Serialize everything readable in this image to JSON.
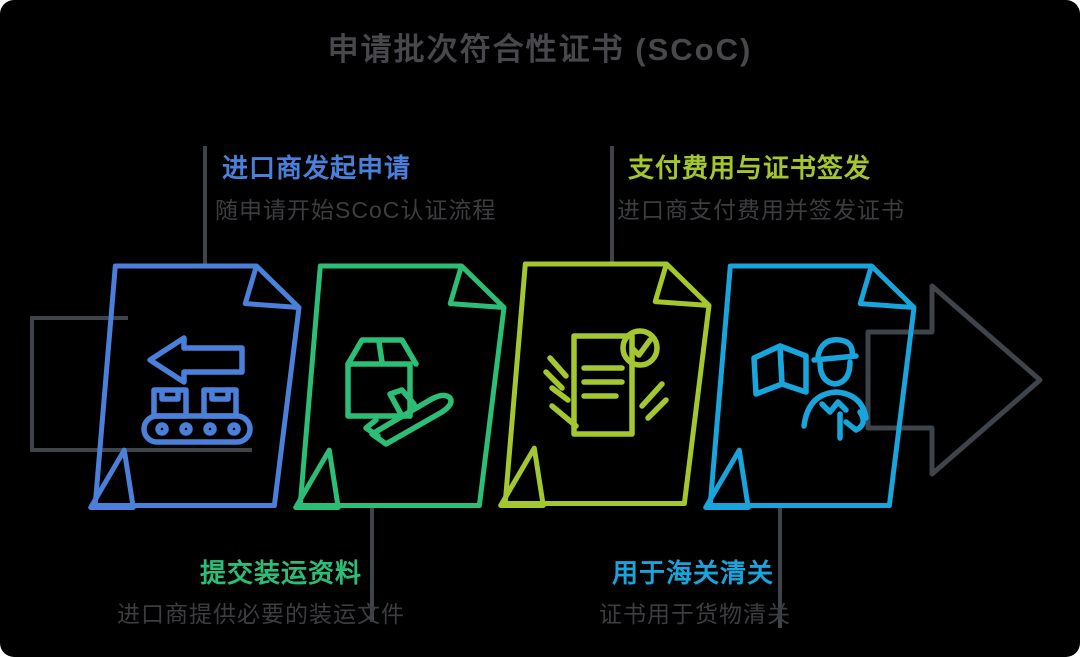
{
  "title": "申请批次符合性证书 (SCoC)",
  "colors": {
    "background": "#000000",
    "connector_gray": "#3e4449",
    "title_gray": "#47474c",
    "subtitle_gray": "#3d3d41"
  },
  "steps": [
    {
      "heading": "进口商发起申请",
      "subtitle": "随申请开始SCoC认证流程",
      "color": "#4a80d9",
      "icon": "import-conveyor-icon",
      "label_position": "top-left"
    },
    {
      "heading": "提交装运资料",
      "subtitle": "进口商提供必要的装运文件",
      "color": "#2cbe76",
      "icon": "package-airplane-icon",
      "label_position": "bottom-left"
    },
    {
      "heading": "支付费用与证书签发",
      "subtitle": "进口商支付费用并签发证书",
      "color": "#a4c62e",
      "icon": "certificate-check-icon",
      "label_position": "top-right"
    },
    {
      "heading": "用于海关清关",
      "subtitle": "证书用于货物清关",
      "color": "#17a5dc",
      "icon": "customs-officer-icon",
      "label_position": "bottom-right"
    }
  ]
}
